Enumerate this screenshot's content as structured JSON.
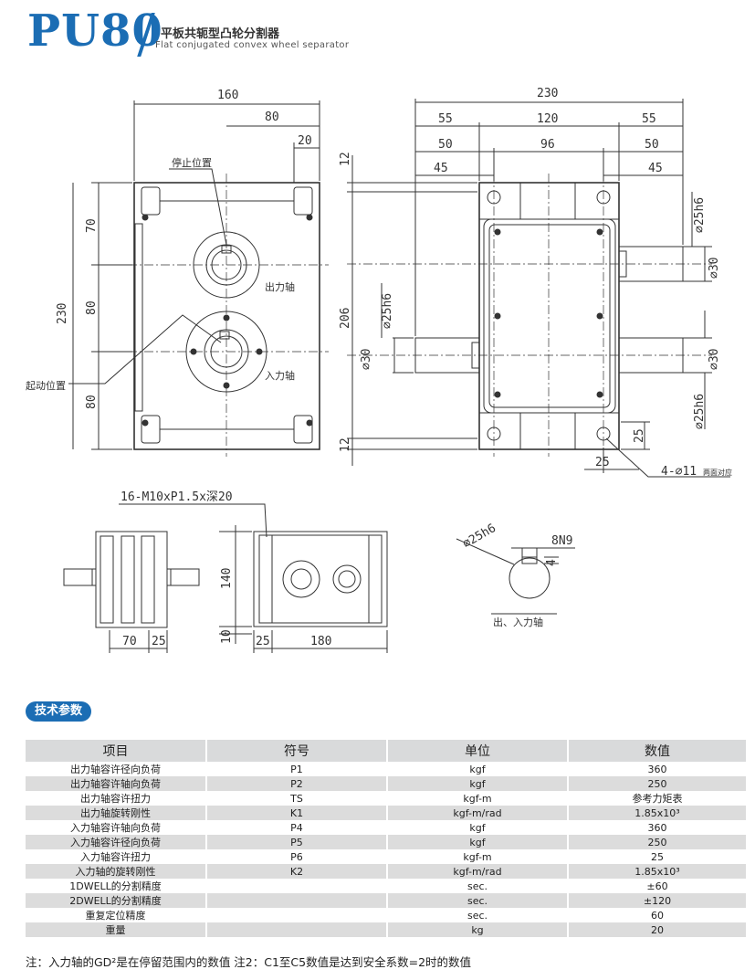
{
  "header": {
    "model": "PU80",
    "title_cn": "平板共轭型凸轮分割器",
    "title_en": "Flat conjugated convex wheel separator"
  },
  "drawing": {
    "front": {
      "dim_160": "160",
      "dim_80_top": "80",
      "dim_20": "20",
      "dim_230": "230",
      "dim_70": "70",
      "dim_80_mid": "80",
      "dim_80_bot": "80",
      "label_stop": "停止位置",
      "label_output": "出力轴",
      "label_input": "入力轴",
      "label_start": "起动位置"
    },
    "side": {
      "dim_230": "230",
      "dim_55_l": "55",
      "dim_120": "120",
      "dim_55_r": "55",
      "dim_50_l": "50",
      "dim_96": "96",
      "dim_50_r": "50",
      "dim_45_l": "45",
      "dim_45_r": "45",
      "dim_12_top": "12",
      "dim_206": "206",
      "dim_12_bot": "12",
      "dim_phi25h6_l": "⌀25h6",
      "dim_phi30_l": "⌀30",
      "dim_phi25h6_r1": "⌀25h6",
      "dim_phi30_r1": "⌀30",
      "dim_phi30_r2": "⌀30",
      "dim_phi25h6_r2": "⌀25h6",
      "dim_25_h": "25",
      "dim_25_v": "25",
      "label_holes": "4-⌀11",
      "label_holes_note": "两面对应"
    },
    "bottom": {
      "thread_note": "16-M10xP1.5x深20",
      "dim_70": "70",
      "dim_25_a": "25",
      "dim_140": "140",
      "dim_10": "10",
      "dim_25_b": "25",
      "dim_180": "180"
    },
    "shaft": {
      "dim_phi": "⌀25h6",
      "dim_key": "8N9",
      "dim_depth": "4",
      "label": "出、入力轴"
    }
  },
  "tech": {
    "title": "技术参数",
    "headers": [
      "项目",
      "符号",
      "单位",
      "数值"
    ],
    "rows": [
      [
        "出力轴容许径向负荷",
        "P1",
        "kgf",
        "360"
      ],
      [
        "出力轴容许轴向负荷",
        "P2",
        "kgf",
        "250"
      ],
      [
        "出力轴容许扭力",
        "TS",
        "kgf-m",
        "参考力矩表"
      ],
      [
        "出力轴旋转刚性",
        "K1",
        "kgf-m/rad",
        "1.85x10³"
      ],
      [
        "入力轴容许轴向负荷",
        "P4",
        "kgf",
        "360"
      ],
      [
        "入力轴容许径向负荷",
        "P5",
        "kgf",
        "250"
      ],
      [
        "入力轴容许扭力",
        "P6",
        "kgf-m",
        "25"
      ],
      [
        "入力轴的旋转刚性",
        "K2",
        "kgf-m/rad",
        "1.85x10³"
      ],
      [
        "1DWELL的分割精度",
        "",
        "sec.",
        "±60"
      ],
      [
        "2DWELL的分割精度",
        "",
        "sec.",
        "±120"
      ],
      [
        "重复定位精度",
        "",
        "sec.",
        "60"
      ],
      [
        "重量",
        "",
        "kg",
        "20"
      ]
    ],
    "note": "注：入力轴的GD²是在停留范围内的数值    注2：C1至C5数值是达到安全系数=2时的数值"
  }
}
